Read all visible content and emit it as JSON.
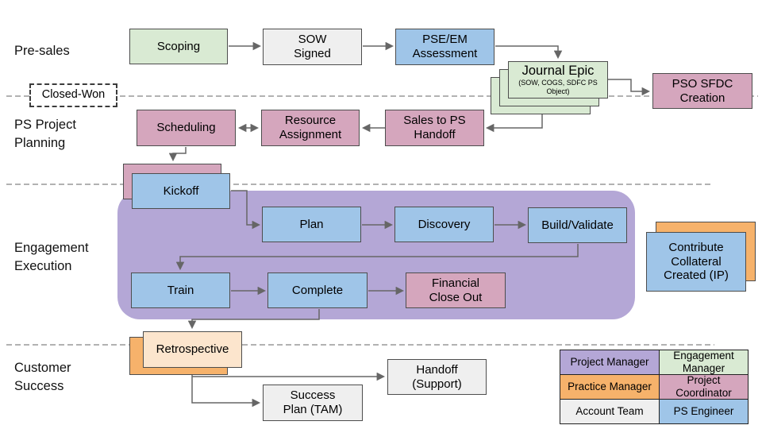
{
  "lanes": {
    "presales": "Pre-sales",
    "planning": "PS Project\nPlanning",
    "execution": "Engagement\nExecution",
    "customer_success": "Customer\nSuccess"
  },
  "milestone": {
    "closed_won": "Closed-Won"
  },
  "nodes": {
    "scoping": {
      "label": "Scoping"
    },
    "sow_signed": {
      "label": "SOW\nSigned"
    },
    "pse_em": {
      "label": "PSE/EM\nAssessment"
    },
    "journal_epic": {
      "label": "Journal Epic",
      "sublabel": "(SOW, COGS, SDFC PS Object)"
    },
    "pso_sfdc": {
      "label": "PSO SFDC\nCreation"
    },
    "sales_handoff": {
      "label": "Sales to PS\nHandoff"
    },
    "resource_assignment": {
      "label": "Resource\nAssignment"
    },
    "scheduling": {
      "label": "Scheduling"
    },
    "kickoff": {
      "label": "Kickoff"
    },
    "plan": {
      "label": "Plan"
    },
    "discovery": {
      "label": "Discovery"
    },
    "build_validate": {
      "label": "Build/Validate"
    },
    "train": {
      "label": "Train"
    },
    "complete": {
      "label": "Complete"
    },
    "financial_close": {
      "label": "Financial\nClose Out"
    },
    "contribute_collateral": {
      "label": "Contribute\nCollateral\nCreated (IP)"
    },
    "retrospective": {
      "label": "Retrospective"
    },
    "success_plan": {
      "label": "Success\nPlan (TAM)"
    },
    "handoff_support": {
      "label": "Handoff\n(Support)"
    }
  },
  "legend": {
    "cells": [
      {
        "label": "Project Manager",
        "color": "#b4a7d6"
      },
      {
        "label": "Engagement\nManager",
        "color": "#d9ead3"
      },
      {
        "label": "Practice Manager",
        "color": "#f6b26b"
      },
      {
        "label": "Project\nCoordinator",
        "color": "#d5a6bd"
      },
      {
        "label": "Account Team",
        "color": "#efefef"
      },
      {
        "label": "PS Engineer",
        "color": "#9fc5e8"
      }
    ]
  },
  "colors": {
    "engagement_manager_green": "#d9ead3",
    "account_team_gray": "#efefef",
    "ps_engineer_blue": "#9fc5e8",
    "project_coordinator_pink": "#d5a6bd",
    "project_manager_purple": "#b4a7d6",
    "practice_manager_orange": "#f6b26b",
    "retrospective_cream": "#fce5cd",
    "execution_container_purple": "#b4a7d6",
    "connector_gray": "#666666",
    "lane_divider_gray": "#999999"
  }
}
